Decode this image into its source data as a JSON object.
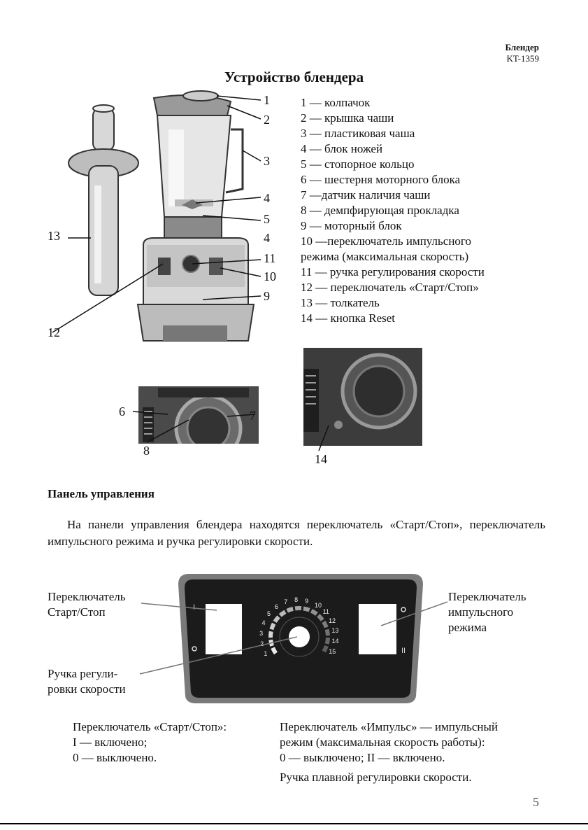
{
  "header": {
    "brand": "Блендер",
    "model": "KT-1359"
  },
  "title": "Устройство блендера",
  "legend": [
    "1 — колпачок",
    "2 — крышка чаши",
    "3 — пластиковая чаша",
    "4 — блок ножей",
    "5 — стопорное кольцо",
    "6 — шестерня моторного блока",
    "7 —датчик наличия чаши",
    "8 — демпфирующая прокладка",
    "9 — моторный блок",
    "10 —переключатель импульсного",
    "режима (максимальная скорость)",
    "11 — ручка регулирования скорости",
    "12 — переключатель «Старт/Стоп»",
    "13 — толкатель",
    "14 — кнопка Reset"
  ],
  "callouts": {
    "n1": "1",
    "n2": "2",
    "n3": "3",
    "n4a": "4",
    "n5": "5",
    "n4b": "4",
    "n11": "11",
    "n10": "10",
    "n9": "9",
    "n13": "13",
    "n12": "12",
    "n6": "6",
    "n7": "7",
    "n8": "8",
    "n14": "14"
  },
  "panel_section": {
    "heading": "Панель управления",
    "paragraph": "На панели управления блендера находятся переключатель «Старт/Стоп», переключатель импульсного режима и ручка регулировки скорости."
  },
  "panel_labels": {
    "start_stop_1": "Переключатель",
    "start_stop_2": "Старт/Стоп",
    "pulse_1": "Переключатель",
    "pulse_2": "импульсного",
    "pulse_3": "режима",
    "knob_1": "Ручка регули-",
    "knob_2": "ровки скорости",
    "left_mark": "I",
    "left_mark_bottom": "O",
    "right_mark_top": "O",
    "right_mark_bottom": "II"
  },
  "dial_numbers": [
    "1",
    "2",
    "3",
    "4",
    "5",
    "6",
    "7",
    "8",
    "9",
    "10",
    "11",
    "12",
    "13",
    "14",
    "15"
  ],
  "footer": {
    "left_1": "Переключатель «Старт/Стоп»:",
    "left_2": "I — включено;",
    "left_3": "0 — выключено.",
    "right_1": "Переключатель «Импульс» — импульсный",
    "right_2": "режим (максимальная скорость работы):",
    "right_3": "0 — выключено;   II — включено.",
    "right_4": "Ручка плавной регулировки скорости."
  },
  "page_number": "5"
}
